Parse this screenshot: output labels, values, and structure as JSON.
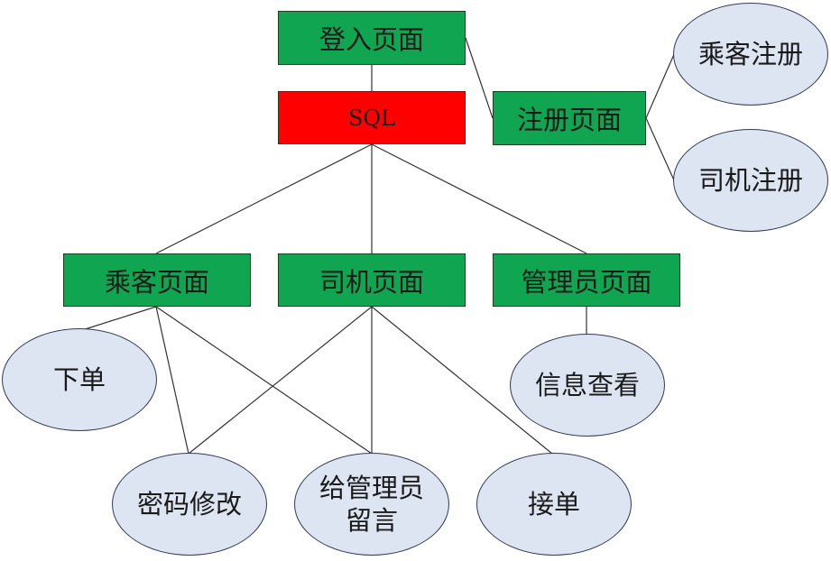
{
  "nodes": {
    "login": "登入页面",
    "sql": "SQL",
    "register": "注册页面",
    "passenger_register": "乘客注册",
    "driver_register": "司机注册",
    "passenger_page": "乘客页面",
    "driver_page": "司机页面",
    "admin_page": "管理员页面",
    "place_order": "下单",
    "info_view": "信息查看",
    "password_change": "密码修改",
    "message_admin_line1": "给管理员",
    "message_admin_line2": "留言",
    "accept_order": "接单"
  },
  "colors": {
    "page_box": "#10a550",
    "sql_box": "#ff0000",
    "ellipse_fill": "#dde4f2",
    "line": "#333333"
  }
}
